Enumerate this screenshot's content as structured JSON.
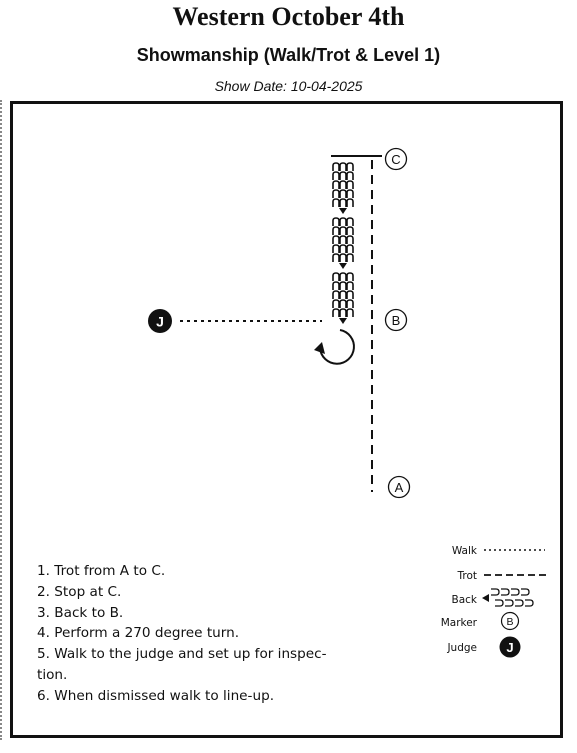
{
  "header": {
    "title": "Western October 4th",
    "subtitle": "Showmanship (Walk/Trot & Level 1)",
    "show_date": "Show Date: 10-04-2025"
  },
  "markers": {
    "a": "A",
    "b": "B",
    "c": "C",
    "judge": "J"
  },
  "instructions": [
    "1. Trot from A to C.",
    "2. Stop at C.",
    "3. Back to B.",
    "4. Perform a 270 degree turn.",
    "5. Walk to the judge and set up for inspec-",
    "tion.",
    "6. When dismissed walk to line-up."
  ],
  "legend": {
    "walk": "Walk",
    "trot": "Trot",
    "back": "Back",
    "marker": "Marker",
    "marker_symbol": "B",
    "judge": "Judge",
    "judge_symbol": "J"
  },
  "colors": {
    "ink": "#111111",
    "background": "#ffffff"
  }
}
